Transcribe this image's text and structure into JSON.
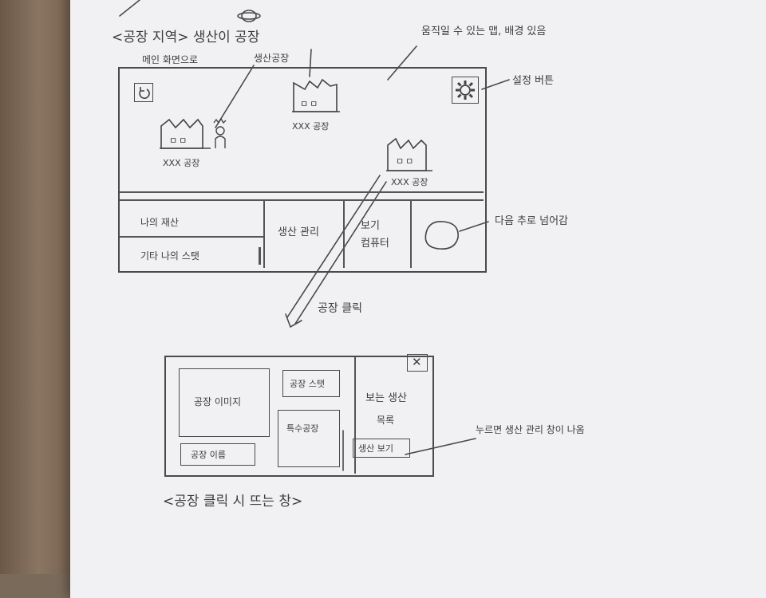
{
  "headings": {
    "top_title": "<공장 지역> 생산이 공장",
    "top_note": "움직일 수 있는 맵, 배경 있음",
    "bottom_title": "<공장 클릭 시 뜨는 창>"
  },
  "annotations": {
    "main_screen": "메인 화면으로",
    "producing_factory": "생산공장",
    "settings_button": "설정 버튼",
    "next_turn": "다음 추로 넘어감",
    "factory_click": "공장 클릭",
    "press_note": "누르면 생산 관리 창이 나옴"
  },
  "map": {
    "factories": [
      "XXX 공장",
      "XXX 공장",
      "XXX 공장"
    ],
    "factory_windows": "ㅁㅁ"
  },
  "bottom_bar": {
    "my_money": "나의 재산",
    "other_stats": "기타 나의 스탯",
    "production_mgmt": "생산 관리",
    "board_line1": "보기",
    "board_line2": "컴퓨터"
  },
  "popup": {
    "image_label": "공장 이미지",
    "stats_label": "공장 스탯",
    "special_label": "특수공장",
    "name_label": "공장 이름",
    "product_line1": "보는 생산",
    "product_line2": "목록",
    "view_button": "생산 보기",
    "close_symbol": "✕"
  }
}
